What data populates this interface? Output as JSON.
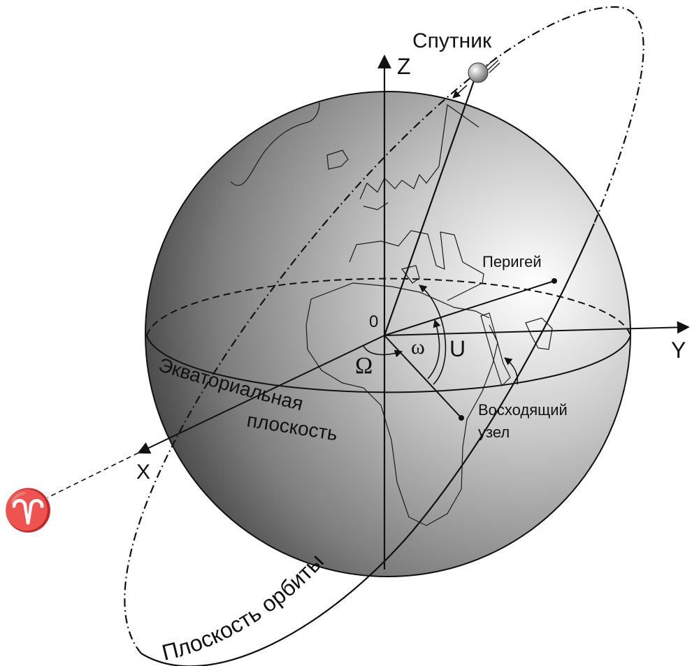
{
  "labels": {
    "satellite": "Спутник",
    "axis_z": "Z",
    "axis_y": "Y",
    "axis_x": "X",
    "origin": "0",
    "perigee": "Перигей",
    "omega_small": "ω",
    "omega_capital": "Ω",
    "u": "U",
    "ascending_node_line1": "Восходящий",
    "ascending_node_line2": "узел",
    "equatorial_line1": "Экваториальная",
    "equatorial_line2": "плоскость",
    "orbit_plane": "Плоскость орбиты",
    "vernal_equinox": "♈"
  },
  "colors": {
    "sphere_light": "#ffffff",
    "sphere_mid": "#a9a9a9",
    "sphere_dark": "#3a3a3a",
    "line": "#111111"
  }
}
